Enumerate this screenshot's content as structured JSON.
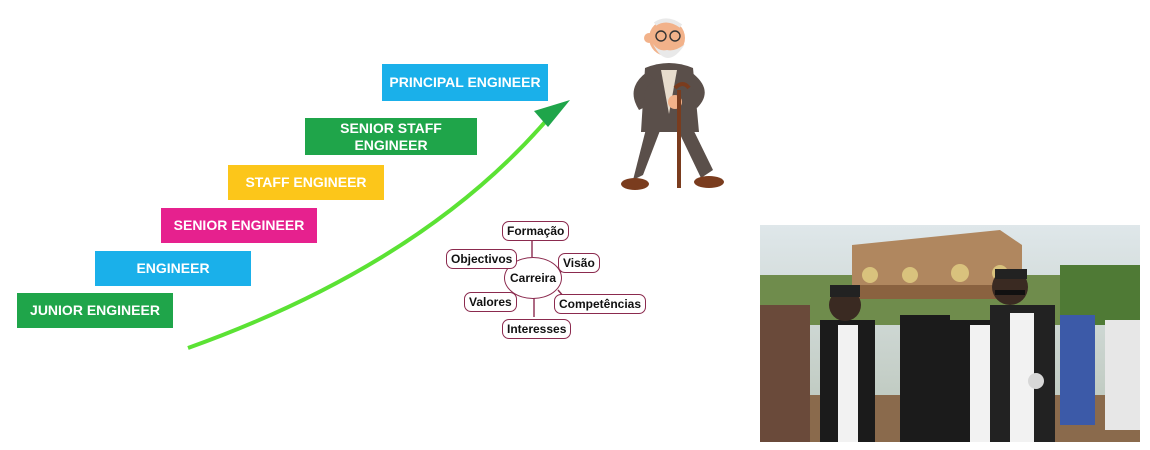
{
  "ladder": {
    "steps": [
      {
        "label": "JUNIOR ENGINEER",
        "color": "#1fa54a"
      },
      {
        "label": "ENGINEER",
        "color": "#1ab0ea"
      },
      {
        "label": "SENIOR ENGINEER",
        "color": "#e6218e"
      },
      {
        "label": "STAFF ENGINEER",
        "color": "#fcc61a"
      },
      {
        "label": "SENIOR STAFF ENGINEER",
        "color": "#1fa54a"
      },
      {
        "label": "PRINCIPAL ENGINEER",
        "color": "#1ab0ea"
      }
    ],
    "arrow_color": "#5be234",
    "arrow_head_color": "#1fa54a"
  },
  "mindmap": {
    "center": "Carreira",
    "nodes": [
      "Formação",
      "Objectivos",
      "Visão",
      "Valores",
      "Competências",
      "Interesses"
    ],
    "border_color": "#8b2a4e"
  },
  "icons": {
    "figure": "old-man-with-cane-icon",
    "photo": "coffin-dance-pallbearers-photo"
  }
}
